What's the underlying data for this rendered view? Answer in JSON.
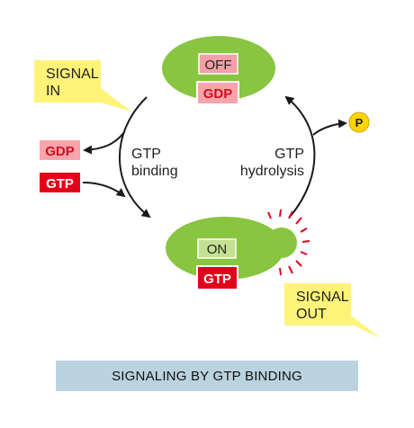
{
  "colors": {
    "protein_green": "#88c540",
    "off_pink_box": "#f2a0a6",
    "gdp_pink_box": "#f7a4ab",
    "gtp_red_box": "#e2001a",
    "on_box": "#c3e191",
    "signal_callout": "#fff37a",
    "phosphate_yellow": "#ffd400",
    "caption_bg": "#bad3df",
    "arrow": "#1a1a1a",
    "glow_red": "#e2001a"
  },
  "diagram": {
    "signal_in": {
      "line1": "SIGNAL",
      "line2": "IN"
    },
    "signal_out": {
      "line1": "SIGNAL",
      "line2": "OUT"
    },
    "off_state": {
      "state_label": "OFF",
      "nucleotide": "GDP"
    },
    "on_state": {
      "state_label": "ON",
      "nucleotide": "GTP"
    },
    "left_inputs": {
      "released": "GDP",
      "bound": "GTP"
    },
    "left_process": {
      "line1": "GTP",
      "line2": "binding"
    },
    "right_process": {
      "line1": "GTP",
      "line2": "hydrolysis"
    },
    "phosphate": "P"
  },
  "caption": "SIGNALING BY GTP BINDING"
}
